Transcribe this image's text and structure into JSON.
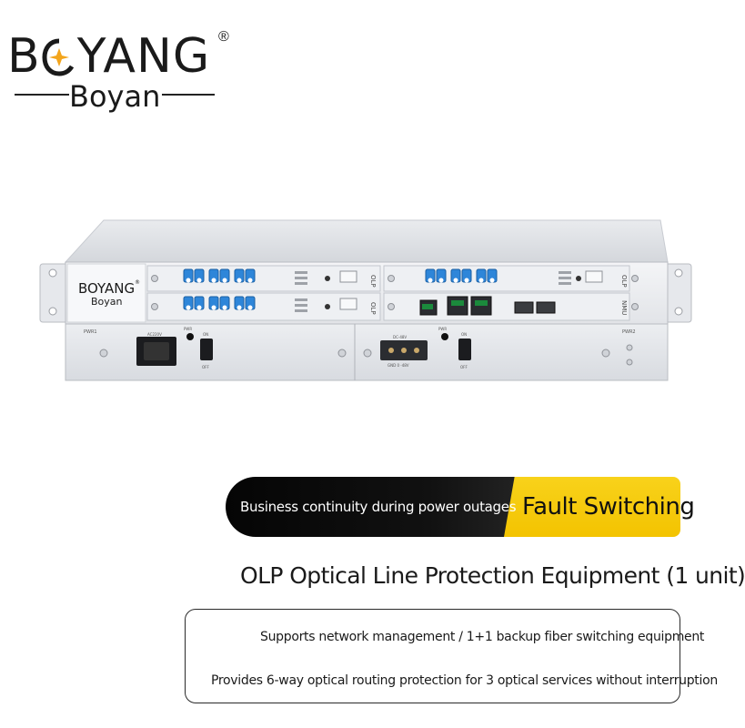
{
  "logo": {
    "brand_before": "B",
    "brand_after": "YANG",
    "registered": "®",
    "subtitle": "Boyan",
    "accent_color": "#f3a51c"
  },
  "device": {
    "front_brand": "BOYANG",
    "front_registered": "®",
    "front_subtitle": "Boyan",
    "module_label_1": "OLP",
    "module_label_2": "OLP",
    "module_label_3": "OLP",
    "module_label_4": "NMU",
    "psu1_label": "PWR1",
    "psu2_label": "PWR2",
    "ac_label": "AC220V",
    "dc_label": "DC-48V",
    "dc_terms": "GND  0  -48V",
    "switch_on": "ON",
    "switch_off": "OFF",
    "pwr_led": "PWR"
  },
  "banner": {
    "left_text": "Business continuity during power outages",
    "right_text": "Fault Switching"
  },
  "headline": "OLP Optical Line Protection Equipment (1 unit)",
  "features": {
    "line1": "Supports network management / 1+1 backup fiber switching equipment",
    "line2": "Provides 6-way optical routing protection for 3 optical services without interruption"
  }
}
